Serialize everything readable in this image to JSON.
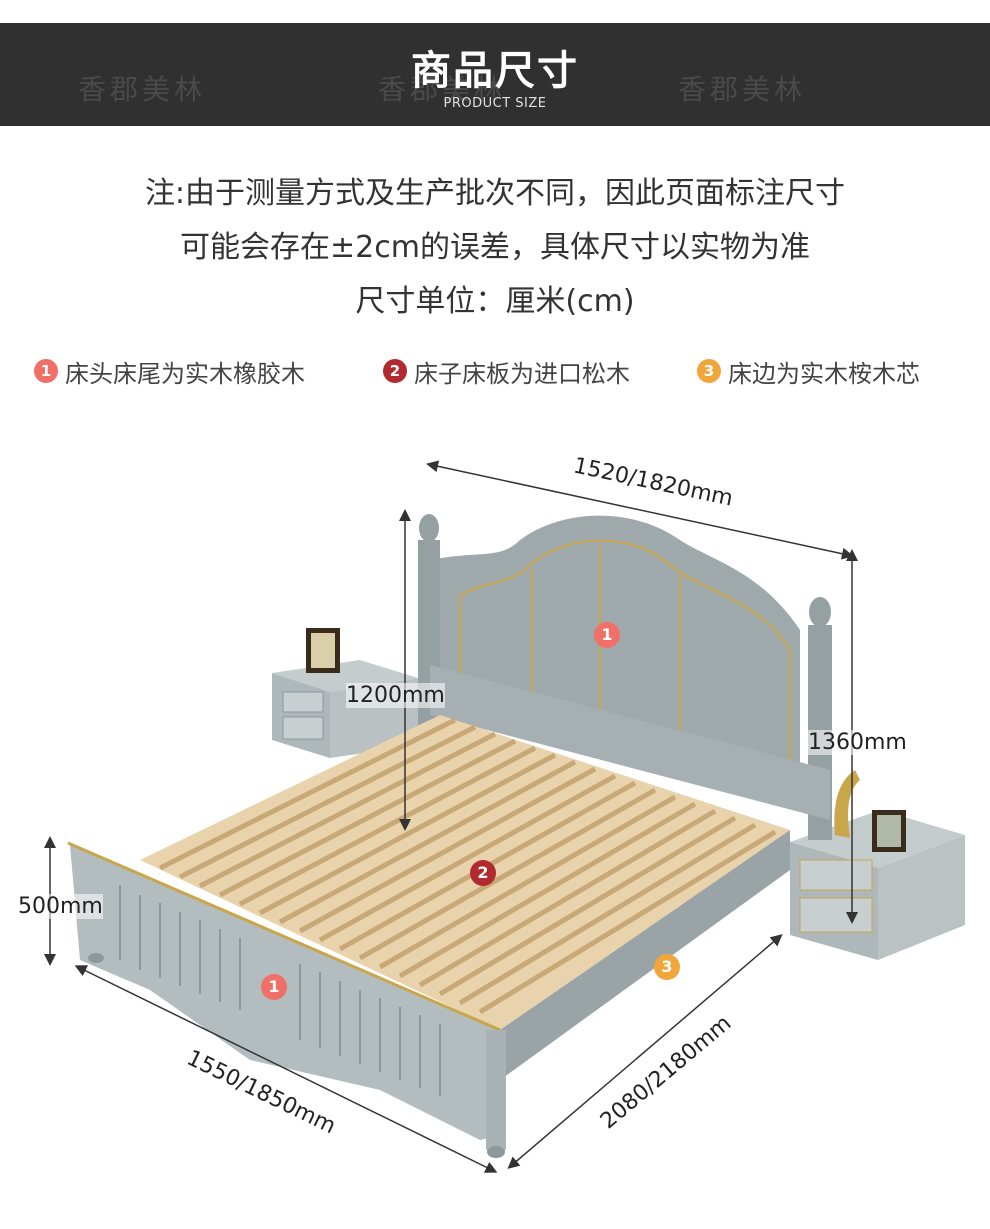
{
  "header": {
    "title": "商品尺寸",
    "subtitle": "PRODUCT SIZE",
    "watermark": "香郡美林"
  },
  "notes": {
    "line1": "注:由于测量方式及生产批次不同，因此页面标注尺寸",
    "line2": "可能会存在±2cm的误差，具体尺寸以实物为准",
    "line3": "尺寸单位：厘米(cm)"
  },
  "materials": [
    {
      "number": "1",
      "text": "床头床尾为实木橡胶木",
      "color": "#f07068"
    },
    {
      "number": "2",
      "text": "床子床板为进口松木",
      "color": "#b02a30"
    },
    {
      "number": "3",
      "text": "床边为实木桉木芯",
      "color": "#f0a63a"
    }
  ],
  "dimensions": {
    "top_width": "1520/1820mm",
    "headboard_height": "1360mm",
    "slat_height": "1200mm",
    "footboard_height": "500mm",
    "front_width": "1550/1850mm",
    "length": "2080/2180mm"
  },
  "markers": {
    "headboard": "1",
    "slats": "2",
    "side": "3",
    "footboard": "1"
  }
}
